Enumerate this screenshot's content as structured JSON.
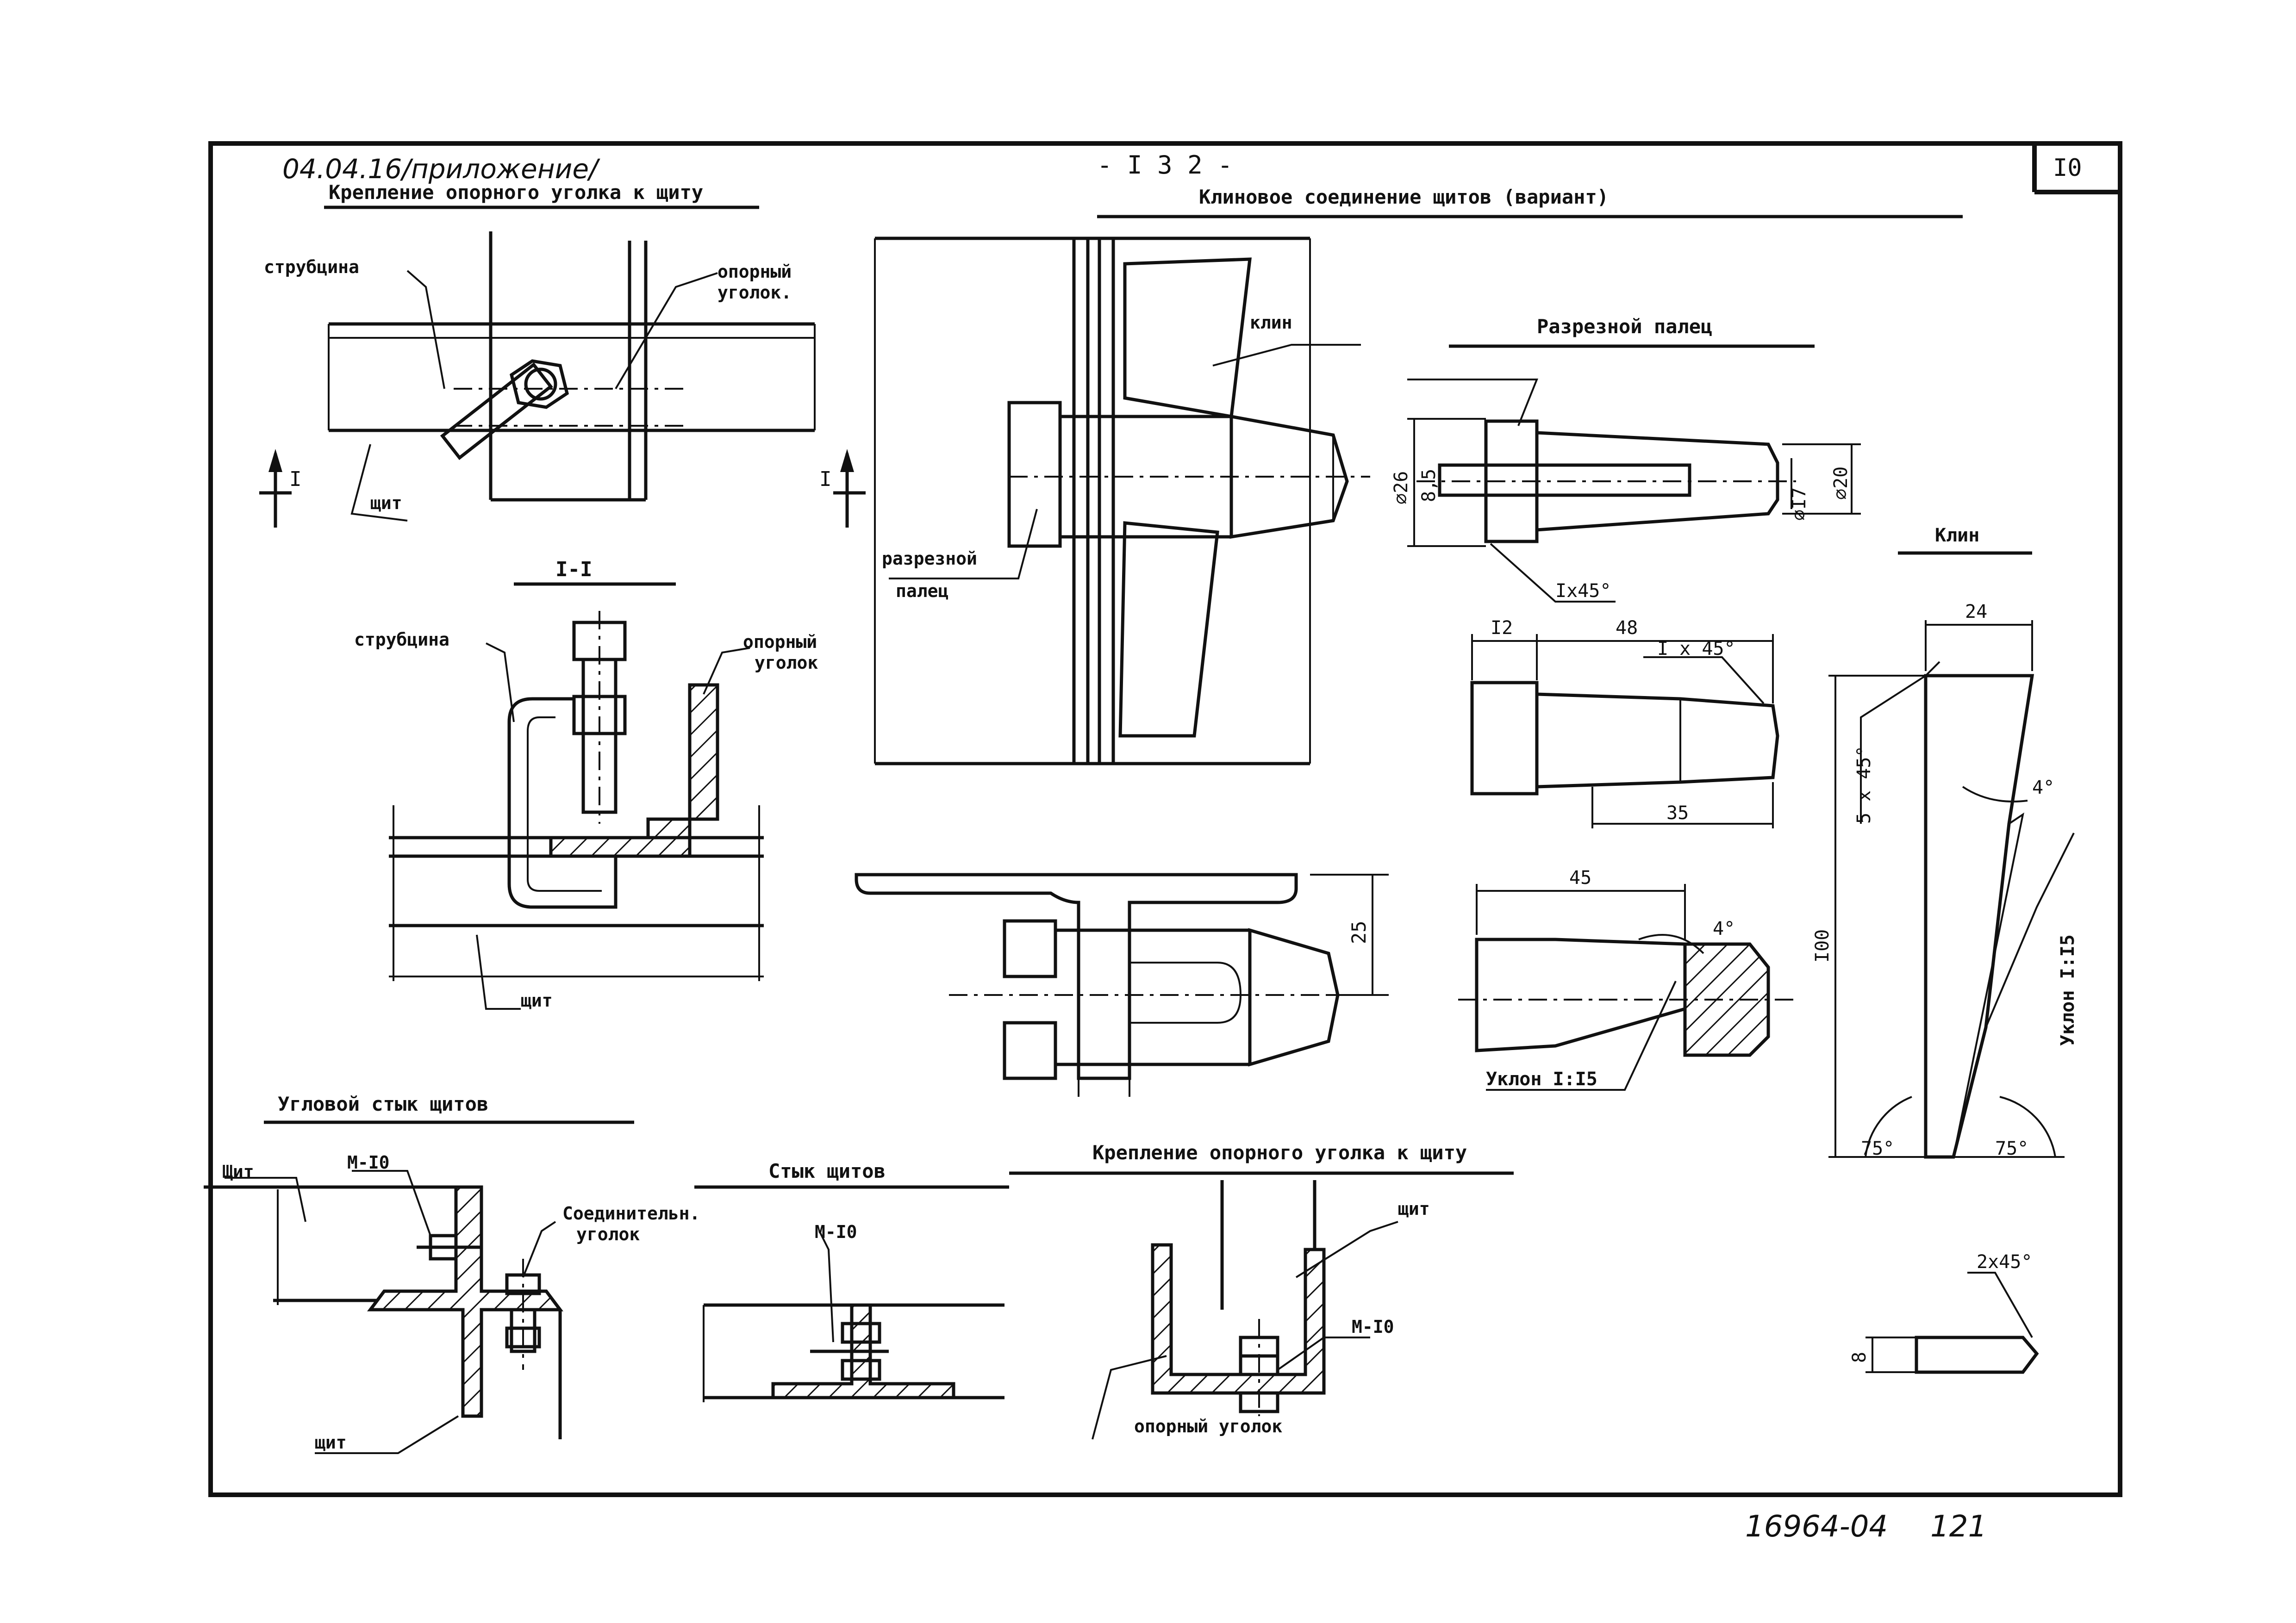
{
  "header": {
    "doc_note": "04.04.16/приложение/",
    "page_number": "- I 3 2 -",
    "sheet_number": "I0"
  },
  "footer": {
    "code": "16964-04",
    "page": "121"
  },
  "sections": {
    "clamp_top": {
      "title": "Крепление опорного уголка к щиту",
      "label_clamp": "струбцина",
      "label_angle_1": "опорный",
      "label_angle_2": "уголок.",
      "label_shield": "щит",
      "section_mark_left": "I",
      "section_mark_right": "I"
    },
    "section_1_1": {
      "title": "I-I",
      "label_clamp": "струбцина",
      "label_angle_1": "опорный",
      "label_angle_2": "уголок",
      "label_shield": "щит"
    },
    "wedge_joint": {
      "title": "Клиновое соединение щитов (вариант)",
      "label_wedge": "клин",
      "label_pin_1": "разрезной",
      "label_pin_2": "палец",
      "dim_25": "25"
    },
    "split_pin": {
      "title": "Разрезной палец",
      "dim_d26": "⌀26",
      "dim_8_5": "8,5",
      "dim_d17": "⌀I7",
      "dim_d20": "⌀20",
      "chamfer_1": "Ix45°",
      "dim_12": "I2",
      "dim_48": "48",
      "chamfer_2": "I x 45°",
      "dim_35": "35",
      "dim_45": "45",
      "angle_4": "4°",
      "slope": "Уклон I:I5"
    },
    "wedge": {
      "title": "Клин",
      "dim_24": "24",
      "chamfer_5": "5 x 45°",
      "angle_4": "4°",
      "dim_100": "I00",
      "slope": "Уклон I:I5",
      "angle_75_left": "75°",
      "angle_75_right": "75°",
      "chamfer_2": "2x45°",
      "dim_8": "8"
    },
    "corner_joint": {
      "title": "Угловой стык щитов",
      "label_shield_top": "Щит",
      "label_bolt": "М-I0",
      "label_connector_1": "Соединительн.",
      "label_connector_2": "уголок",
      "label_shield_bottom": "щит"
    },
    "panel_joint": {
      "title": "Стык щитов",
      "label_bolt": "М-I0"
    },
    "angle_mount": {
      "title": "Крепление опорного уголка к щиту",
      "label_shield": "щит",
      "label_bolt": "М-I0",
      "label_angle": "опорный уголок"
    }
  }
}
